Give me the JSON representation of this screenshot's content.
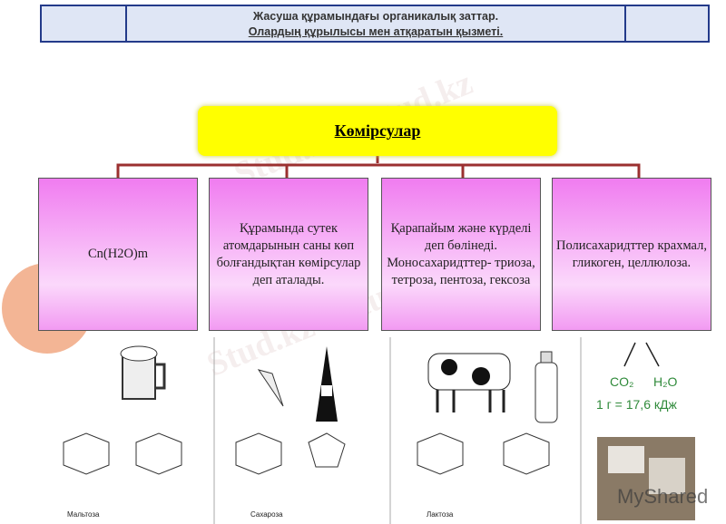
{
  "header": {
    "line1": "Жасуша құрамындағы  органикалық  заттар.",
    "line2": "Олардың құрылысы мен атқаратын  қызметі."
  },
  "title": "Көмірсулар",
  "boxes": [
    {
      "text": "Cn(H2O)m"
    },
    {
      "text": "Құрамында сутек атомдарынын саны көп болғандықтан көмірсулар деп аталады."
    },
    {
      "text": "Қарапайым және күрделі деп бөлінеді. Моносахаридттер- триоза, тетроза, пентоза,  гексоза"
    },
    {
      "text": "Полисахаридттер крахмал, гликоген, целлюлоза."
    }
  ],
  "products": {
    "co2": "CO₂",
    "h2o": "H₂O",
    "energy": "1 г = 17,6 кДж"
  },
  "structures": [
    "Мальтоза",
    "Сахароза",
    "Лактоза"
  ],
  "watermark": "Stud.kz - Stud.kz",
  "logo": "MyShared"
}
